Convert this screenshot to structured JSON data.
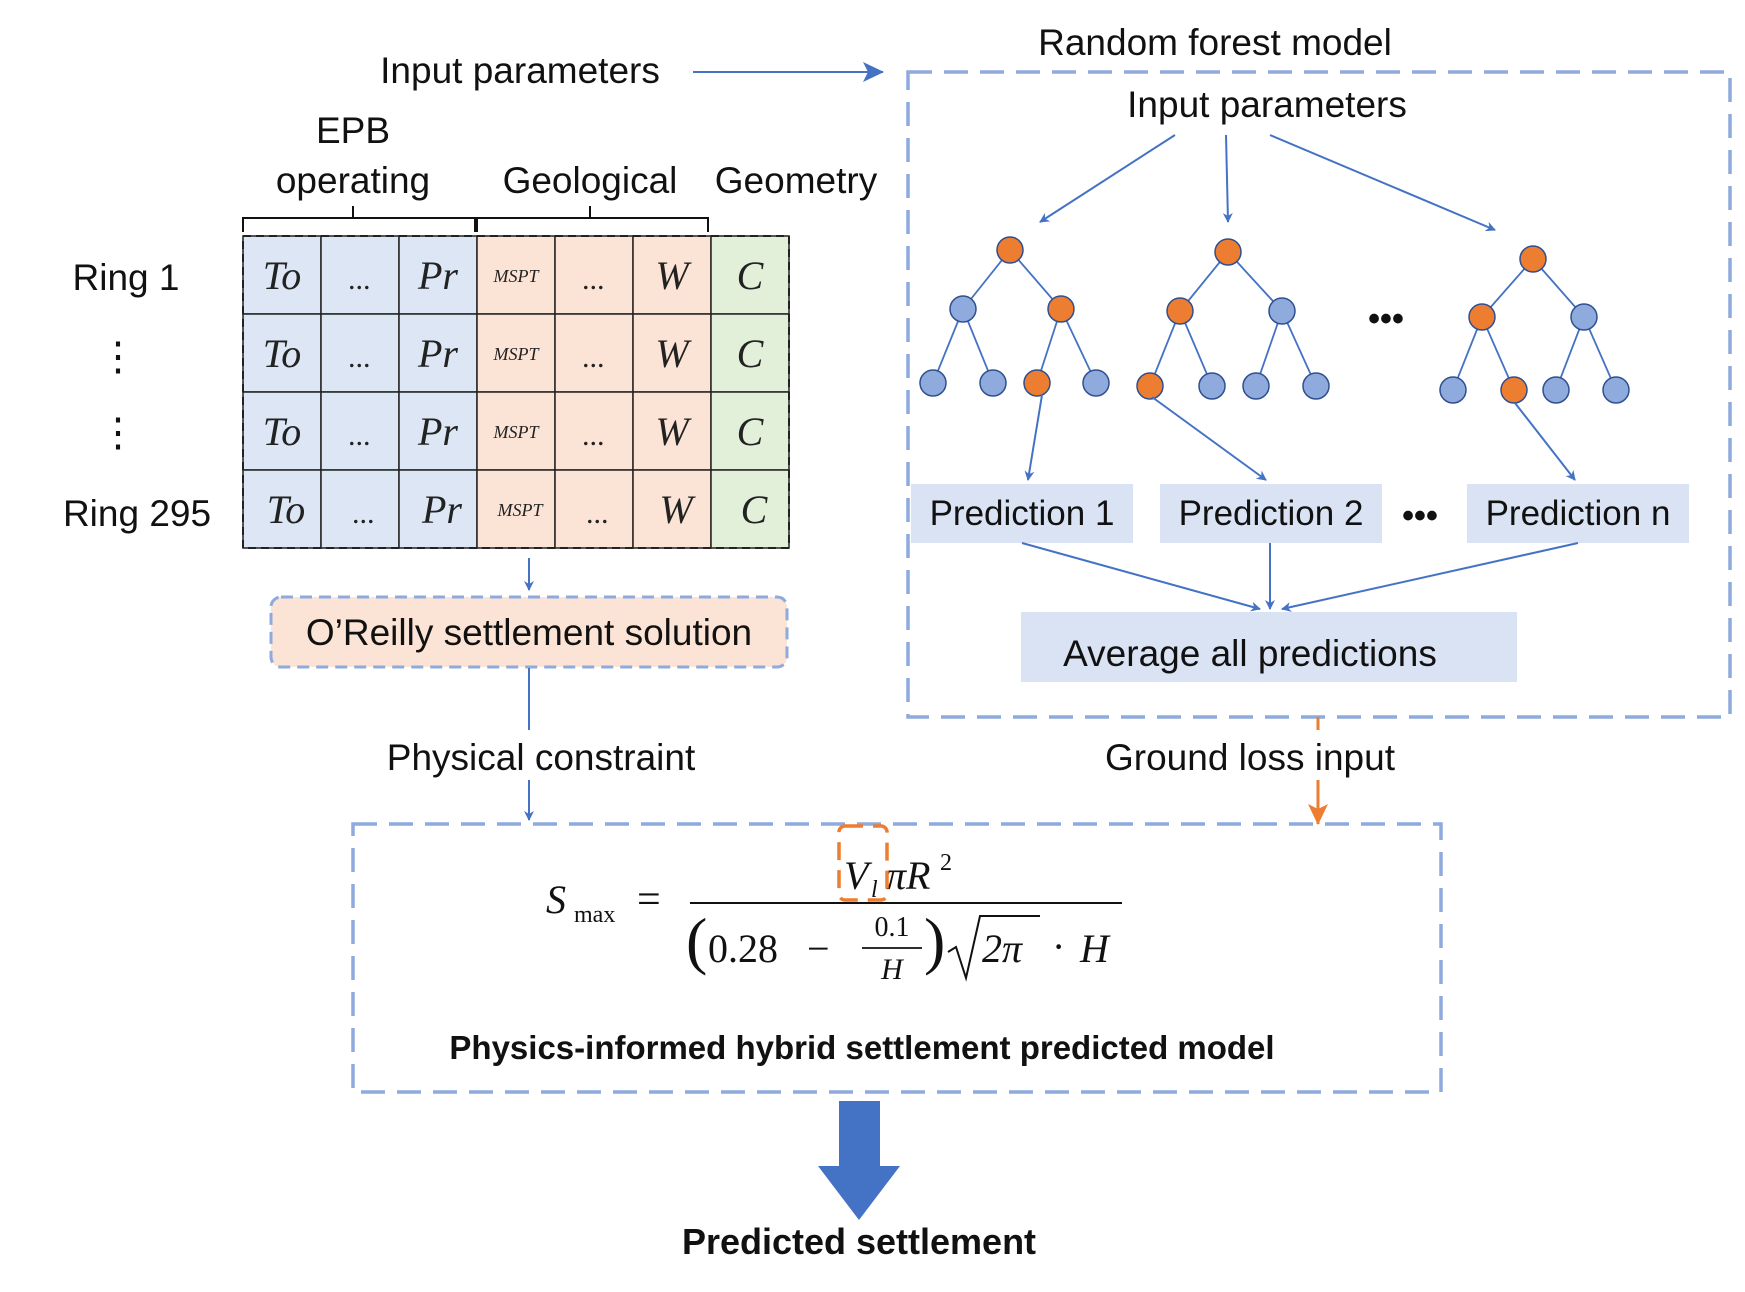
{
  "top_input_label": "Input parameters",
  "groups": {
    "epb_line1": "EPB",
    "epb_line2": "operating",
    "geological": "Geological",
    "geometry": "Geometry"
  },
  "rings": {
    "first": "Ring 1",
    "ellipsis": "⋮",
    "last": "Ring 295"
  },
  "table": {
    "rows": [
      [
        "To",
        "...",
        "Pr",
        "MSPT",
        "...",
        "W",
        "C"
      ],
      [
        "To",
        "...",
        "Pr",
        "MSPT",
        "...",
        "W",
        "C"
      ],
      [
        "To",
        "...",
        "Pr",
        "MSPT",
        "...",
        "W",
        "C"
      ],
      [
        "To",
        "...",
        "Pr",
        "MSPT",
        "...",
        "W",
        "C"
      ]
    ],
    "colors": {
      "epb": "#dce6f4",
      "geological": "#fbe3d6",
      "geometry": "#e2efd9"
    }
  },
  "oreilly_label": "O’Reilly settlement solution",
  "physical_constraint": "Physical constraint",
  "rf": {
    "title": "Random forest model",
    "input_label": "Input parameters",
    "tree_ellipsis": "•••",
    "predictions": [
      "Prediction 1",
      "Prediction 2",
      "Prediction n"
    ],
    "pred_ellipsis": "•••",
    "average_label": "Average all predictions"
  },
  "ground_loss_label": "Ground loss input",
  "formula": {
    "lhs": "S",
    "lhs_sub": "max",
    "equals": "=",
    "num_v": "V",
    "num_v_sub": "l",
    "num_rest": "πR",
    "num_exp": "2",
    "den_a": "0.28",
    "den_minus": "−",
    "den_frac_num": "0.1",
    "den_frac_den": "H",
    "den_sqrt": "2π",
    "den_dot": "·",
    "den_h": "H"
  },
  "hybrid_label": "Physics-informed hybrid settlement predicted model",
  "output_label": "Predicted settlement",
  "colors": {
    "blue_node": "#8faadc",
    "orange_node": "#ed7d31",
    "arrow_blue": "#4472c4",
    "arrow_orange": "#ed7d31",
    "dashed_frame": "#8faadc",
    "pred_box": "#dae3f3",
    "big_arrow": "#4472c4"
  }
}
